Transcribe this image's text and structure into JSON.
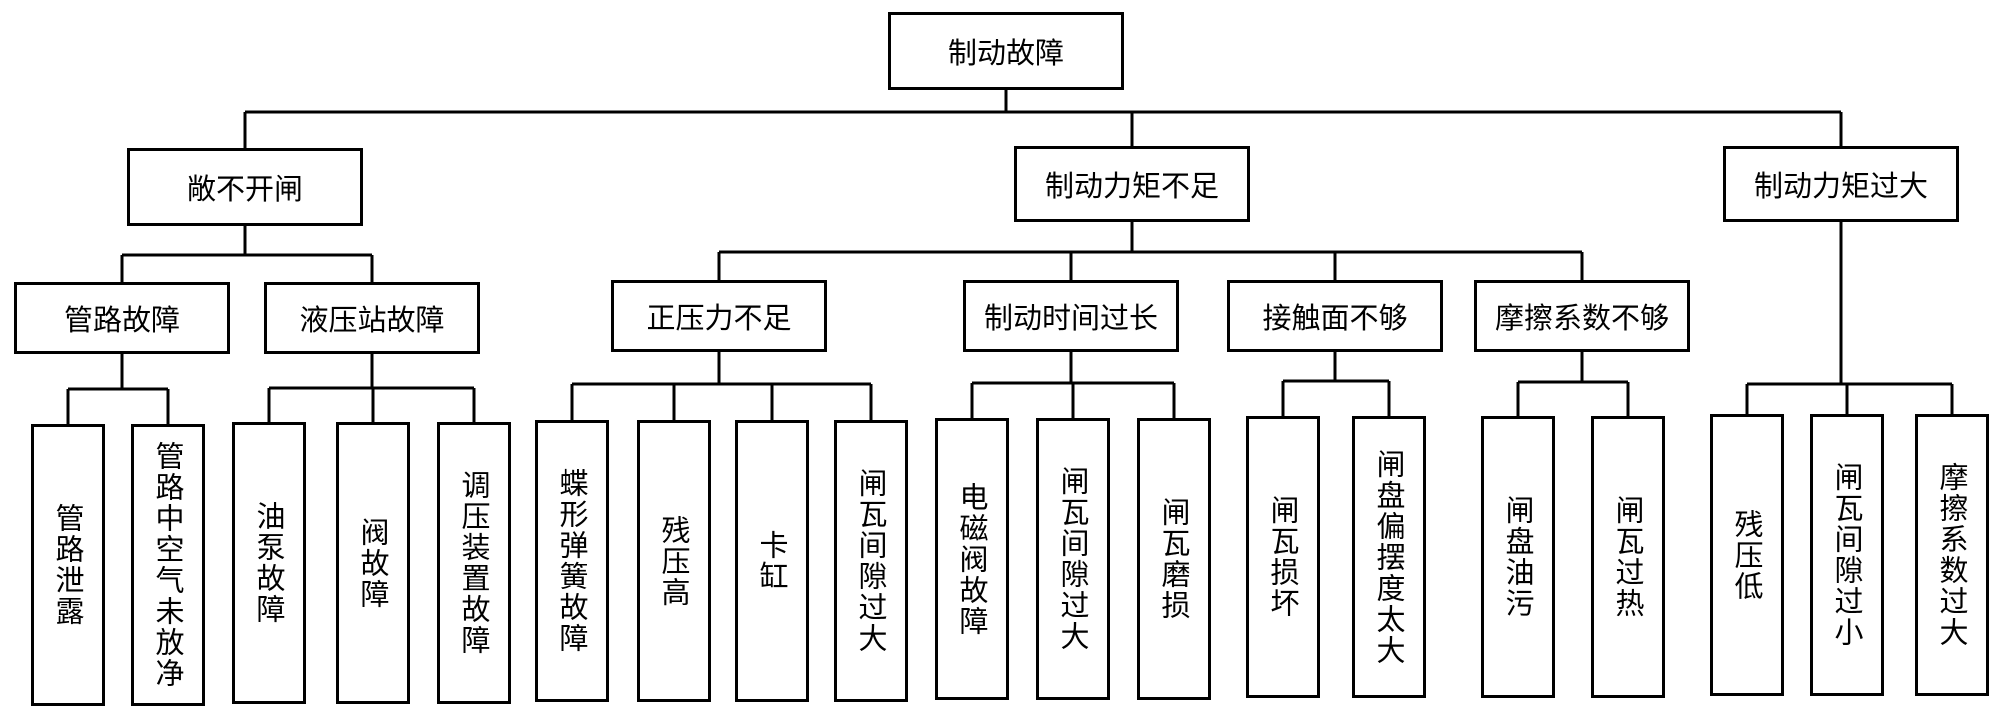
{
  "root": "制动故障",
  "groups": [
    {
      "label": "敞不开闸",
      "causes": [
        {
          "label": "管路故障",
          "items": [
            "管路泄露",
            "管路中空气未放净"
          ]
        },
        {
          "label": "液压站故障",
          "items": [
            "油泵故障",
            "阀故障",
            "调压装置故障"
          ]
        }
      ]
    },
    {
      "label": "制动力矩不足",
      "causes": [
        {
          "label": "正压力不足",
          "items": [
            "蝶形弹簧故障",
            "残压高",
            "卡缸",
            "闸瓦间隙过大"
          ]
        },
        {
          "label": "制动时间过长",
          "items": [
            "电磁阀故障",
            "闸瓦间隙过大",
            "闸瓦磨损"
          ]
        },
        {
          "label": "接触面不够",
          "items": [
            "闸瓦损坏",
            "闸盘偏摆度太大"
          ]
        },
        {
          "label": "摩擦系数不够",
          "items": [
            "闸盘油污",
            "闸瓦过热"
          ]
        }
      ]
    },
    {
      "label": "制动力矩过大",
      "causes": [],
      "items": [
        "残压低",
        "闸瓦间隙过小",
        "摩擦系数过大"
      ]
    }
  ]
}
